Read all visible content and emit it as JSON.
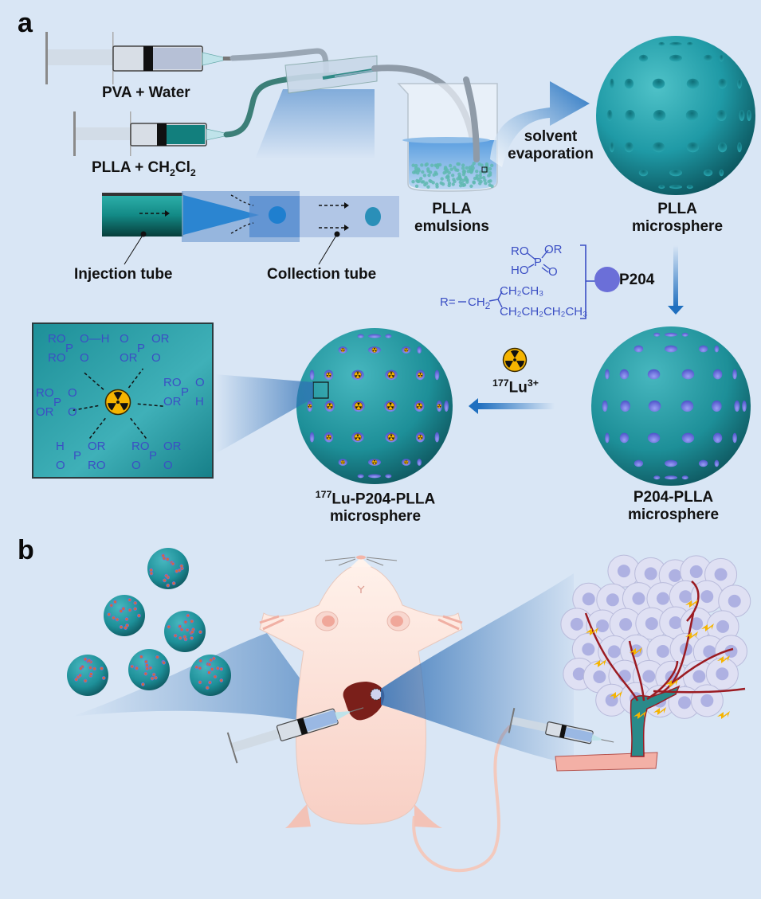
{
  "panels": {
    "a": {
      "letter": "a",
      "syringes": {
        "top_label": "PVA + Water",
        "bottom_label_main": "PLLA + CH",
        "bottom_label_sub1": "2",
        "bottom_label_mid": "Cl",
        "bottom_label_sub2": "2"
      },
      "device": {
        "injection_tube_label": "Injection tube",
        "collection_tube_label": "Collection tube"
      },
      "beaker": {
        "label_line1": "PLLA",
        "label_line2": "emulsions"
      },
      "step_arrow": {
        "label_line1": "solvent",
        "label_line2": "evaporation"
      },
      "plla_microsphere": {
        "label_line1": "PLLA",
        "label_line2": "microsphere"
      },
      "p204": {
        "name": "P204",
        "structure": {
          "ro_left": "RO",
          "or_right": "OR",
          "ho": "HO",
          "p": "P",
          "o": "O",
          "r_def_prefix": "R=",
          "ch2": "CH",
          "ch2_sub": "2",
          "branch_top": "CH₂CH₃",
          "branch_bottom": "CH₂CH₂CH₂CH₃"
        }
      },
      "p204_plla_microsphere": {
        "label_line1": "P204-PLLA",
        "label_line2": "microsphere"
      },
      "lu_step": {
        "mass": "177",
        "element": "Lu",
        "charge": "3+",
        "icon": "radiation-icon"
      },
      "lu_microsphere": {
        "mass": "177",
        "label_line1_rest": "Lu-P204-PLLA",
        "label_line2": "microsphere"
      },
      "inset": {
        "ligands": [
          {
            "a": "RO",
            "b": "RO",
            "c": "O—H",
            "d": "O"
          },
          {
            "a": "O",
            "b": "OR",
            "c": "OR",
            "d": "O"
          },
          {
            "a": "RO",
            "b": "OR",
            "c": "O",
            "d": "O"
          },
          {
            "a": "RO",
            "b": "OR",
            "c": "O",
            "d": "H"
          },
          {
            "a": "H",
            "b": "O",
            "c": "OR",
            "d": "RO"
          },
          {
            "a": "RO",
            "b": "O",
            "c": "OR",
            "d": "O"
          }
        ]
      }
    },
    "b": {
      "letter": "b",
      "microsphere_count": 6,
      "scene": "mouse-liver-injection",
      "tumor_zoom": "tumor-vasculature-embolization"
    }
  },
  "colors": {
    "background": "#d9e6f5",
    "teal_sphere": "#1f9aa6",
    "teal_dark": "#0c5e66",
    "pore_purple": "#6a6fe0",
    "chem_blue": "#3b4fc4",
    "arrow_blue": "#1f6fbf",
    "radiation_yellow": "#f5b400",
    "mouse_pink": "#fbe3dc",
    "liver": "#7a1f1a",
    "vessel_red": "#9b1b22"
  }
}
